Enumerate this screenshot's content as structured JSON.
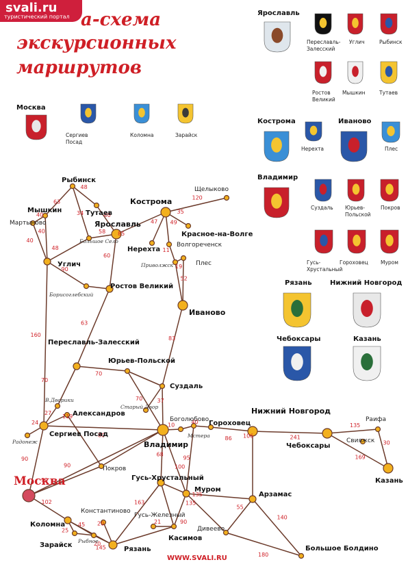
{
  "header": {
    "site_name": "svali.ru",
    "site_tagline": "туристический портал",
    "title_line1": "а-схема",
    "title_line2": "экскурсионных",
    "title_line3": "маршрутов"
  },
  "footer": {
    "url": "WWW.SVALI.RU"
  },
  "colors": {
    "road": "#6b3a2a",
    "node": "#f2b01e",
    "moscow": "#d44b5e",
    "accent": "#cf1f26"
  },
  "cities": [
    {
      "id": "moscow",
      "name": "Москва"
    },
    {
      "id": "sergiev",
      "name": "Сергиев Посад"
    },
    {
      "id": "pereslavl",
      "name": "Переславль-Залесский"
    },
    {
      "id": "rostov",
      "name": "Ростов Великий"
    },
    {
      "id": "yaroslavl",
      "name": "Ярославль"
    },
    {
      "id": "rybinsk",
      "name": "Рыбинск"
    },
    {
      "id": "tutaev",
      "name": "Тутаев"
    },
    {
      "id": "myshkin",
      "name": "Мышкин"
    },
    {
      "id": "martynovo",
      "name": "Мартыново"
    },
    {
      "id": "uglich",
      "name": "Углич"
    },
    {
      "id": "kostroma",
      "name": "Кострома"
    },
    {
      "id": "nerekhta",
      "name": "Нерехта"
    },
    {
      "id": "krasnoe",
      "name": "Красное-на-Волге"
    },
    {
      "id": "shchelykovo",
      "name": "Щелыково"
    },
    {
      "id": "volgorechensk",
      "name": "Волгореченск"
    },
    {
      "id": "ples",
      "name": "Плес"
    },
    {
      "id": "ivanovo",
      "name": "Иваново"
    },
    {
      "id": "yuryev",
      "name": "Юрьев-Польской"
    },
    {
      "id": "suzdal",
      "name": "Суздаль"
    },
    {
      "id": "vladimir",
      "name": "Владимир"
    },
    {
      "id": "bogolyubovo",
      "name": "Боголюбово"
    },
    {
      "id": "gorokhovets",
      "name": "Гороховец"
    },
    {
      "id": "nnovgorod",
      "name": "Нижний Новгород"
    },
    {
      "id": "cheboksary",
      "name": "Чебоксары"
    },
    {
      "id": "raifa",
      "name": "Раифа"
    },
    {
      "id": "sviyazhsk",
      "name": "Свияжск"
    },
    {
      "id": "kazan",
      "name": "Казань"
    },
    {
      "id": "aleksandrov",
      "name": "Александров"
    },
    {
      "id": "pokrov",
      "name": "Покров"
    },
    {
      "id": "gus",
      "name": "Гусь-Хрустальный"
    },
    {
      "id": "murom",
      "name": "Муром"
    },
    {
      "id": "arzamas",
      "name": "Арзамас"
    },
    {
      "id": "boldino",
      "name": "Большое Болдино"
    },
    {
      "id": "diveevo",
      "name": "Дивеево"
    },
    {
      "id": "kasimov",
      "name": "Касимов"
    },
    {
      "id": "ryazan",
      "name": "Рязань"
    },
    {
      "id": "kolomna",
      "name": "Коломна"
    },
    {
      "id": "zaraysk",
      "name": "Зарайск"
    },
    {
      "id": "gusz",
      "name": "Гусь-Железный"
    },
    {
      "id": "konstantinovo",
      "name": "Константиново"
    }
  ],
  "small_places": {
    "bolshoe_selo": "Большое Село",
    "borisoglebsky": "Борисоглебский",
    "privolzhsk": "Приволжск",
    "v_dvoriki": "В.Дворики",
    "radonezh": "Радонеж",
    "stary_dvor": "Старый Двор",
    "mstera": "Мстера",
    "rybnoe": "Рыбное"
  },
  "distances": {
    "msk_sergiev": "90",
    "msk_vladimir": "99",
    "msk_kolomna": "102",
    "sergiev_vladimir": "119",
    "sergiev_pereslavl": "70",
    "pereslavl_rostov": "63",
    "rostov_yaroslavl": "60",
    "sergiev_aleksandrov": "27",
    "sergiev_uglich": "160",
    "uglich_myshkin": "40",
    "myshkin_rybinsk": "63",
    "rybinsk_tutaev": "48",
    "tutaev_yaroslavl": "40",
    "uglich_borisogleb": "90",
    "uglich_bs": "48",
    "bs_yaroslavl": "58",
    "rybinsk_bs": "34",
    "myshkin_martynovo": "40",
    "uglich_martynovo": "40",
    "yaroslavl_kostroma": "85",
    "kostroma_nerekhta": "47",
    "kostroma_volgorechensk": "49",
    "kostroma_krasnoe": "35",
    "kostroma_shchelykovo": "120",
    "volgorechensk_privolzhsk": "11",
    "privolzhsk_ples": "19",
    "ples_ivanovo": "52",
    "ivanovo_suzdal": "83",
    "suzdal_vladimir": "37",
    "yuryev_suzdal": "70",
    "pereslavl_yuryev": "70",
    "yuryev_vladimir": "70",
    "vladimir_bogolyubovo": "10",
    "bogolyubovo_gorokhovets": "40",
    "gorokhovets_nn": "86",
    "nn_cheboksary": "241",
    "cheboksary_raifa": "135",
    "raifa_kazan": "30",
    "cheboksary_kazan": "169",
    "vladimir_gus": "68",
    "vladimir_murom": "100",
    "vladimir_mstera": "95",
    "sergiev_radonezh": "24",
    "msk_pokrov": "90",
    "pokrov_vladimir": "80",
    "gus_murom": "100",
    "gus_ryazan": "163",
    "murom_kasimov": "90",
    "murom_arzamas": "135",
    "nn_arzamas": "106",
    "arzamas_boldino": "140",
    "diveevo_arzamas": "55",
    "diveevo_boldino": "180",
    "murom_diveevo": "135",
    "ryazan_kolomna": "145",
    "ryazan_konst": "20",
    "ryazan_rybnoe": "20",
    "kolomna_zaraysk": "25",
    "kolomna_rybnoe": "45",
    "zaraysk_rybnoe": "22",
    "gusz_kasimov": "21",
    "stary_dvor": "37"
  },
  "emblems": {
    "moscow": "Москва",
    "sergiev": "Сергиев Посад",
    "kolomna": "Коломна",
    "zaraysk": "Зарайск",
    "yaroslavl": "Ярославль",
    "pereslavl": "Переславль-Залесский",
    "uglich": "Углич",
    "rybinsk": "Рыбинск",
    "rostov": "Ростов Великий",
    "myshkin": "Мышкин",
    "tutaev": "Тутаев",
    "kostroma": "Кострома",
    "nerekhta": "Нерехта",
    "ivanovo": "Иваново",
    "ples": "Плес",
    "vladimir": "Владимир",
    "suzdal": "Суздаль",
    "yuryev": "Юрьев-Польской",
    "pokrov": "Покров",
    "gus": "Гусь-Хрустальный",
    "gorokhovets": "Гороховец",
    "murom": "Муром",
    "ryazan": "Рязань",
    "nnovgorod": "Нижний Новгород",
    "cheboksary": "Чебоксары",
    "kazan": "Казань"
  }
}
